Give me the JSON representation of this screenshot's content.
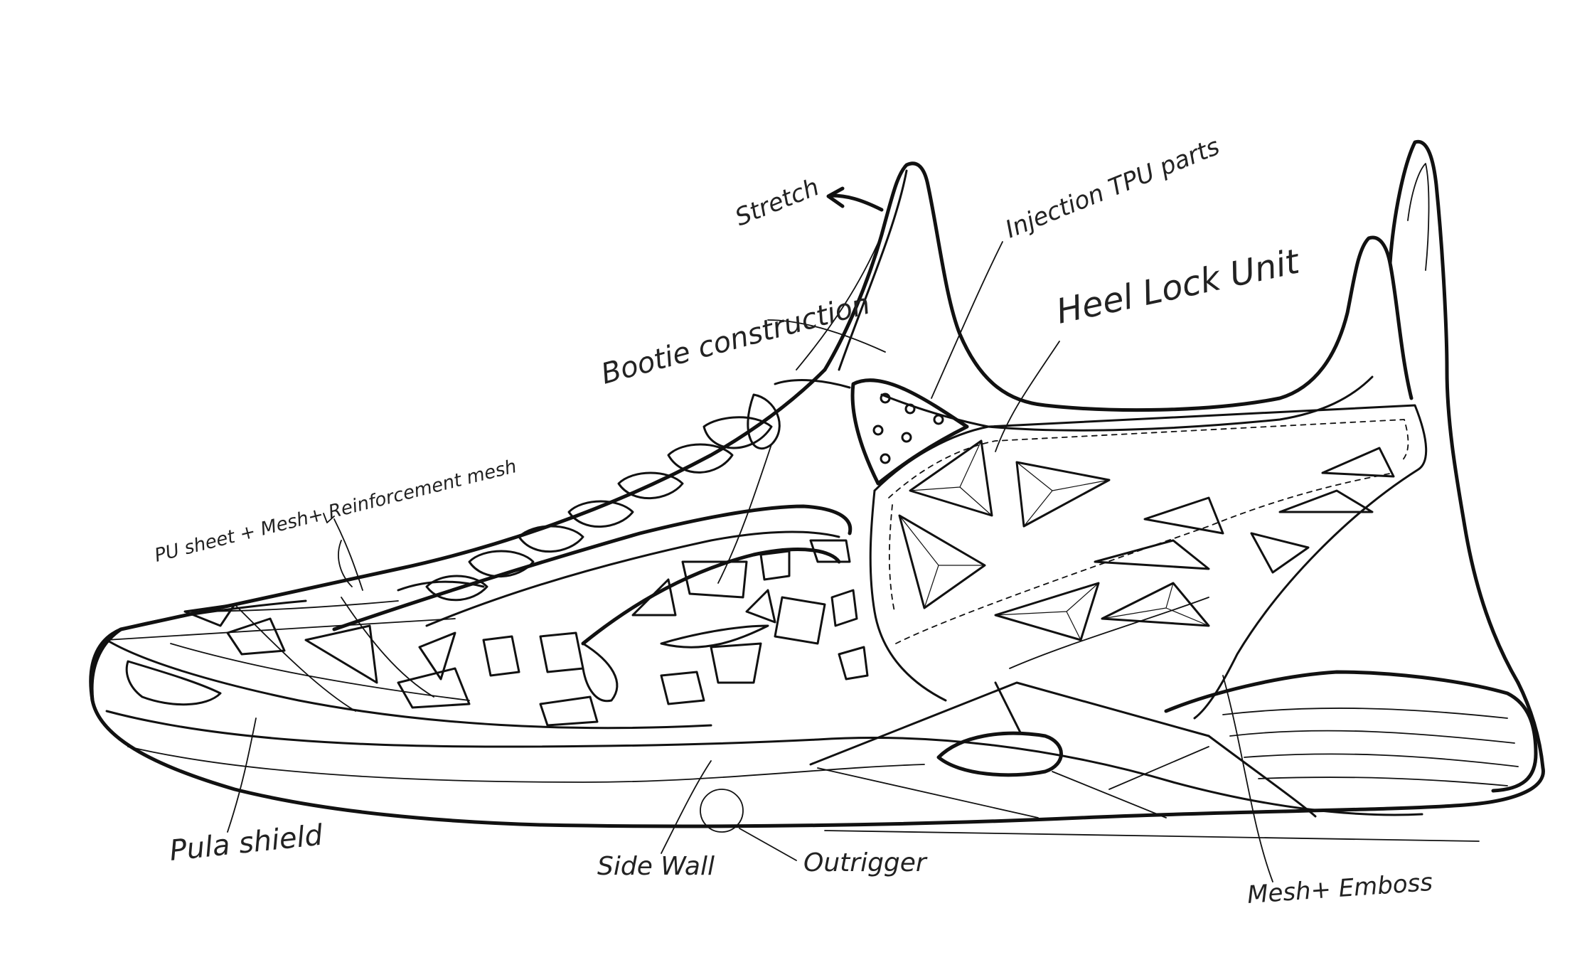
{
  "labels": {
    "stretch": "Stretch",
    "injection_tpu": "Injection TPU parts",
    "heel_lock": "Heel Lock Unit",
    "bootie": "Bootie construction",
    "pu_sheet": "PU sheet + Mesh+ Reinforcement mesh",
    "pula_shield": "Pula shield",
    "side_wall": "Side Wall",
    "outrigger": "Outrigger",
    "mesh_emboss": "Mesh+ Emboss"
  },
  "colors": {
    "ink": "#111111",
    "paper": "#ffffff"
  }
}
